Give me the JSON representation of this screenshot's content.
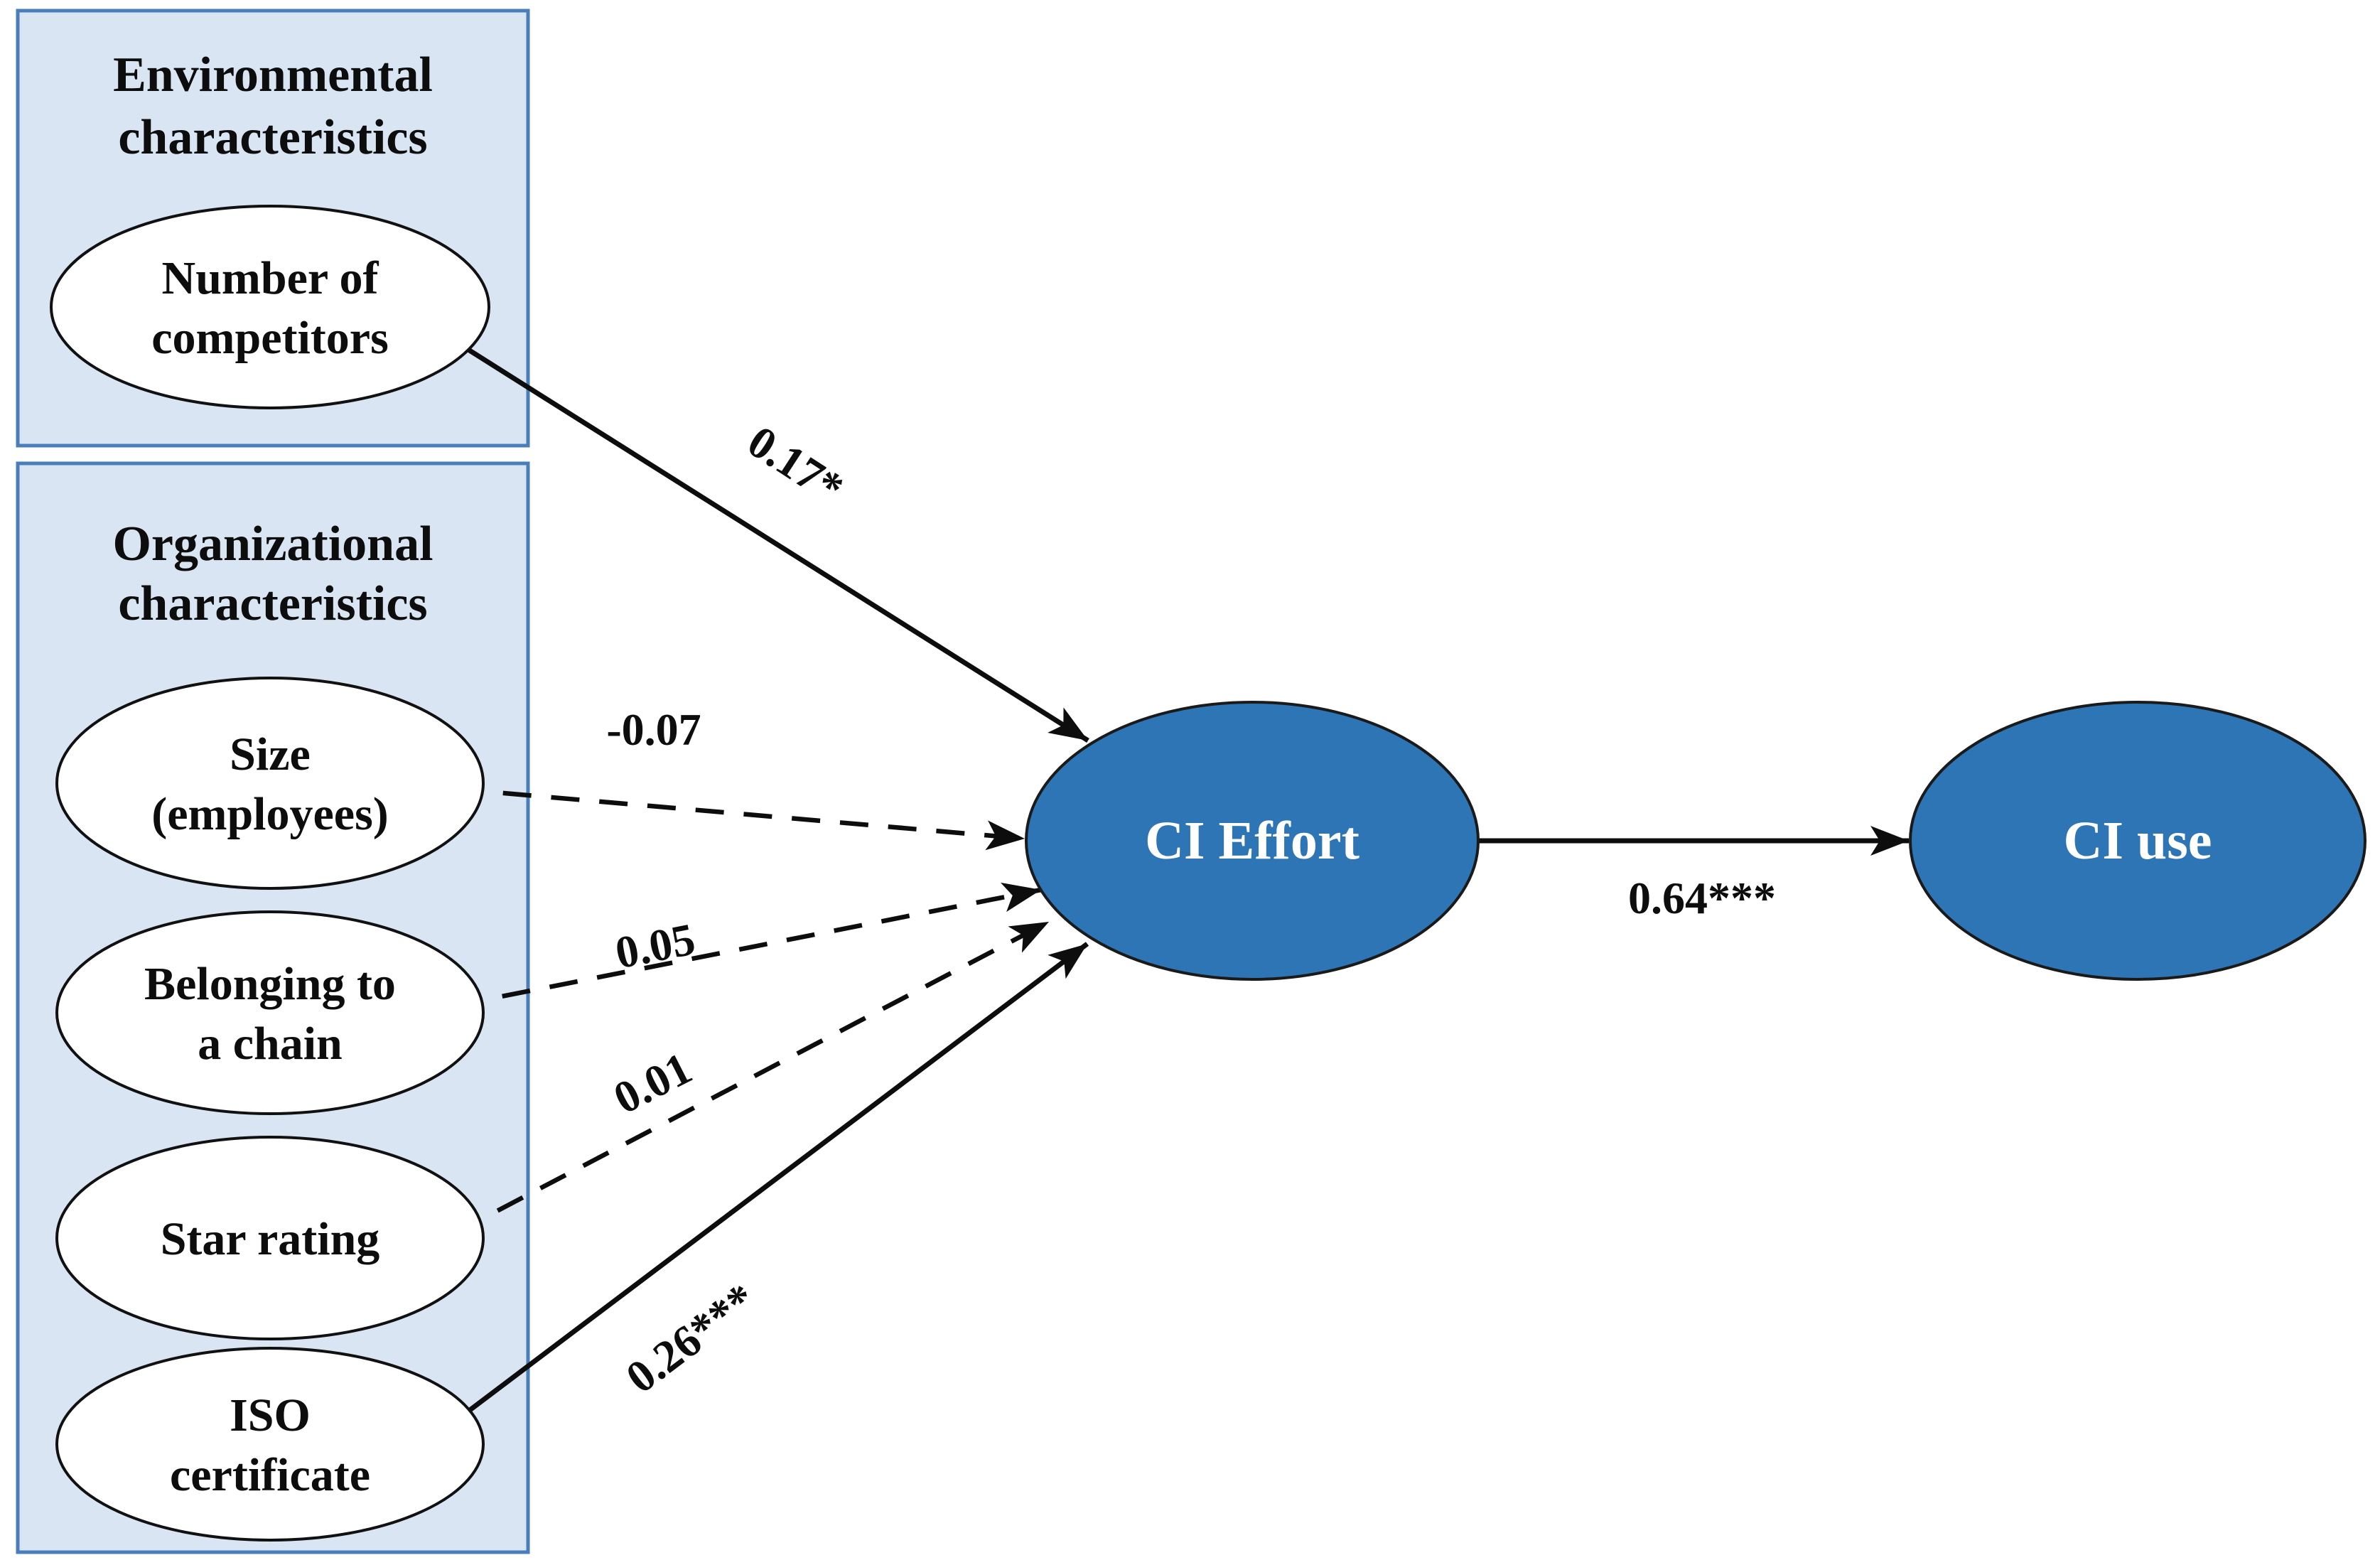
{
  "figure": {
    "type": "structural-path-model",
    "background": "#ffffff"
  },
  "colors": {
    "group_fill": "#d9e5f2",
    "group_border": "#4a7ebb",
    "observed_node_fill": "#ffffff",
    "latent_node_fill": "#2e75b6",
    "latent_node_text": "#ffffff",
    "line_and_text": "#0d0d0d"
  },
  "groups": {
    "environmental": {
      "title_line1": "Environmental",
      "title_line2": "characteristics",
      "node": {
        "line1": "Number of",
        "line2": "competitors"
      }
    },
    "organizational": {
      "title_line1": "Organizational",
      "title_line2": "characteristics",
      "nodes": [
        {
          "line1": "Size",
          "line2": "(employees)"
        },
        {
          "line1": "Belonging to",
          "line2": "a chain"
        },
        {
          "line1": "Star rating",
          "line2": ""
        },
        {
          "line1": "ISO",
          "line2": "certificate"
        }
      ]
    }
  },
  "latent": {
    "effort": {
      "label": "CI Effort"
    },
    "use": {
      "label": "CI use"
    }
  },
  "paths": [
    {
      "from": "Number of competitors",
      "to": "CI Effort",
      "coefficient": "0.17*",
      "style": "solid"
    },
    {
      "from": "Size (employees)",
      "to": "CI Effort",
      "coefficient": "-0.07",
      "style": "dashed"
    },
    {
      "from": "Belonging to a chain",
      "to": "CI Effort",
      "coefficient": "0.05",
      "style": "dashed"
    },
    {
      "from": "Star rating",
      "to": "CI Effort",
      "coefficient": "0.01",
      "style": "dashed"
    },
    {
      "from": "ISO certificate",
      "to": "CI Effort",
      "coefficient": "0.26***",
      "style": "solid"
    },
    {
      "from": "CI Effort",
      "to": "CI use",
      "coefficient": "0.64***",
      "style": "solid"
    }
  ]
}
